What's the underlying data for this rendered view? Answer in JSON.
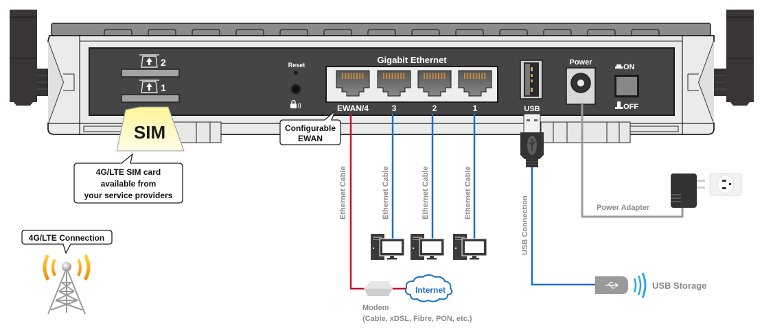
{
  "device": {
    "sim_slots": [
      {
        "label": "2"
      },
      {
        "label": "1"
      }
    ],
    "reset_label": "Reset",
    "gigabit_label": "Gigabit Ethernet",
    "ports": [
      {
        "label": "EWAN/4",
        "cable": "red"
      },
      {
        "label": "3",
        "cable": "blue"
      },
      {
        "label": "2",
        "cable": "blue"
      },
      {
        "label": "1",
        "cable": "blue"
      }
    ],
    "usb_label": "USB",
    "power_label": "Power",
    "switch_on_label": "ON",
    "switch_off_label": "OFF"
  },
  "callouts": {
    "sim_card_text": "SIM",
    "sim_info": [
      "4G/LTE SIM card",
      "available from",
      "your service providers"
    ],
    "ewan_info": [
      "Configurable",
      "EWAN"
    ],
    "lte_connection": "4G/LTE Connection"
  },
  "cables": {
    "ethernet_label": "Ethernet Cable",
    "usb_connection_label": "USB Connection",
    "power_adapter_label": "Power Adapter"
  },
  "endpoints": {
    "internet_label": "Internet",
    "modem_label": "Modem",
    "modem_types": "(Cable, xDSL, Fibre, PON, etc.)",
    "usb_storage_label": "USB Storage"
  },
  "colors": {
    "wan_cable": "#c8102e",
    "lan_cable": "#1a6fc4",
    "power_cable": "#9a9a9a",
    "panel": "#444444",
    "signal_orange": "#f5a800",
    "usb_wave": "#29a8e0"
  }
}
